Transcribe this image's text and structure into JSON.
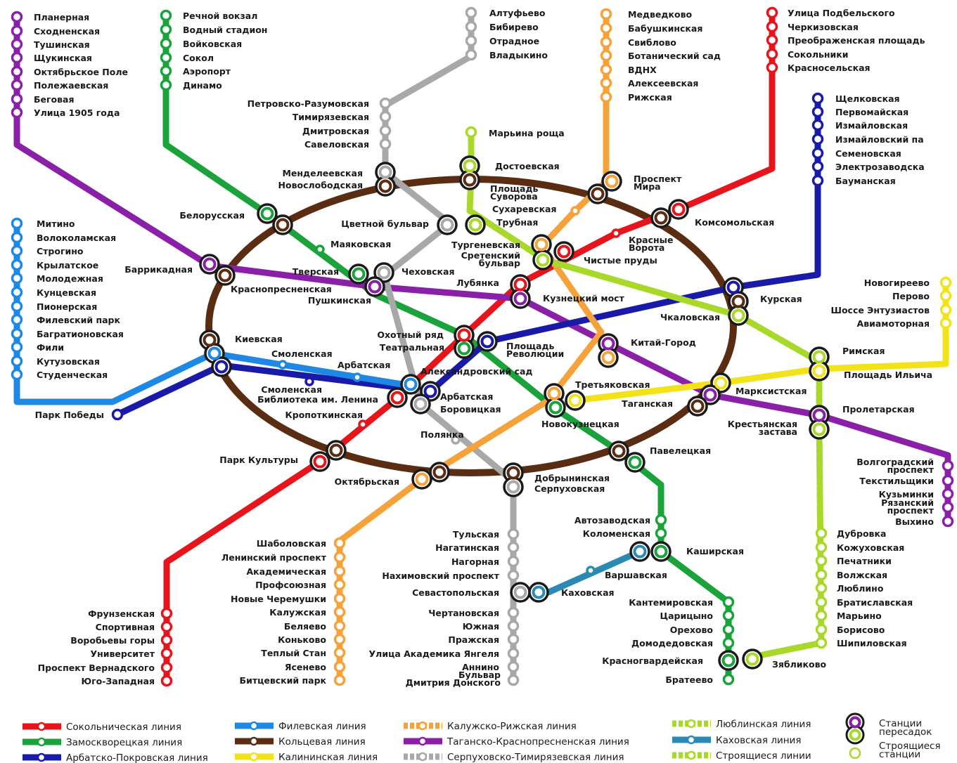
{
  "colors": {
    "sokolnicheskaya": "#e8141c",
    "zamoskvoretskaya": "#1aa33a",
    "arbatsko_pokrovskaya": "#1a1aa8",
    "filevskaya": "#1e88e5",
    "koltsevaya": "#5a2c12",
    "kaluzhsko_rizhskaya": "#f6a23a",
    "tagansko_krasnopresnenskaya": "#8a1fa8",
    "kalininskaya": "#f2e21a",
    "serpukhovsko_timiryazevskaya": "#a8a8a8",
    "lyublinskaya": "#a8d92a",
    "kakhovskaya": "#2a8ab4",
    "construction": "#a8d92a"
  },
  "stations": {
    "planernaya": "Планерная",
    "skhodnenskaya": "Сходненская",
    "tushinskaya": "Тушинская",
    "shchukinskaya": "Щукинская",
    "oktyabrskoe_pole": "Октябрьское Поле",
    "polezhaevskaya": "Полежаевская",
    "begovaya": "Беговая",
    "ulitsa_1905": "Улица 1905 года",
    "rechnoy_vokzal": "Речной вокзал",
    "vodny_stadion": "Водный стадион",
    "voykovskaya": "Войковская",
    "sokol": "Сокол",
    "aeroport": "Аэропорт",
    "dinamo": "Динамо",
    "altufyevo": "Алтуфьево",
    "bibirevo": "Бибирево",
    "otradnoe": "Отрадное",
    "vladykino": "Владыкино",
    "petrovsko_razumovskaya": "Петровско-Разумовская",
    "timiryazevskaya": "Тимирязевская",
    "dmitrovskaya": "Дмитровская",
    "savelovskaya": "Савеловская",
    "medvedkovo": "Медведково",
    "babushkinskaya": "Бабушкинская",
    "sviblovo": "Свиблово",
    "botanichesky_sad": "Ботанический сад",
    "vdnkh": "ВДНХ",
    "alekseevskaya": "Алексеевская",
    "rizhskaya": "Рижская",
    "ulitsa_podbelskogo": "Улица Подбельского",
    "cherkizovskaya": "Черкизовская",
    "preobrazhenskaya": "Преображенская площадь",
    "sokolniki": "Сокольники",
    "krasnoselskaya": "Красносельская",
    "shchelkovskaya": "Щелковская",
    "pervomayskaya": "Первомайская",
    "izmaylovskaya": "Измайловская",
    "izmaylovsky_park": "Измайловский па",
    "semenovskaya": "Семеновская",
    "elektrozavodskaya": "Электрозаводска",
    "baumanskaya": "Бауманская",
    "maryina_roshcha": "Марьина роща",
    "dostoevskaya": "Достоевская",
    "mendeleevskaya": "Менделеевская",
    "novoslobodskaya": "Новослободская",
    "ploshchad_suvorova": "Площадь Суворова",
    "prospekt_mira": "Проспект Мира",
    "sukharevskaya": "Сухаревская",
    "trubnaya": "Трубная",
    "tsvetnoy_bulvar": "Цветной бульвар",
    "belorusskaya": "Белорусская",
    "komsomolskaya": "Комсомольская",
    "krasnye_vorota": "Красные Ворота",
    "chistye_prudy": "Чистые пруды",
    "turgenevskaya": "Тургеневская",
    "sretensky_bulvar": "Сретенский бульвар",
    "mayakovskaya": "Маяковская",
    "barrikadnaya": "Баррикадная",
    "krasnopresnenskaya": "Краснопресненская",
    "tverskaya": "Тверская",
    "chekhovskaya": "Чеховская",
    "pushkinskaya": "Пушкинская",
    "lubyanka": "Лубянка",
    "kuznetsky_most": "Кузнецкий мост",
    "kurskaya": "Курская",
    "chkalovskaya": "Чкаловская",
    "novogireevo": "Новогиреево",
    "perovo": "Перово",
    "shosse_entuziastov": "Шоссе Энтузиастов",
    "aviamotornaya": "Авиамоторная",
    "rimskaya": "Римская",
    "ploshchad_ilyicha": "Площадь Ильича",
    "kievskaya": "Киевская",
    "okhotny_ryad": "Охотный ряд",
    "teatralnaya": "Театральная",
    "ploshchad_revolyutsii": "Площадь Революции",
    "kitay_gorod": "Китай-Город",
    "smolenskaya_1": "Смоленская",
    "arbatskaya_1": "Арбатская",
    "aleksandrovsky_sad": "Александровский сад",
    "smolenskaya_2": "Смоленская",
    "biblioteka": "Библиотека им. Ленина",
    "arbatskaya_2": "Арбатская",
    "borovitskaya": "Боровицкая",
    "tretyakovskaya": "Третьяковская",
    "marksistskaya": "Марксистская",
    "taganskaya": "Таганская",
    "novokuznetskaya": "Новокузнецкая",
    "proletarskaya": "Пролетарская",
    "krestyanskaya_zastava": "Крестьянская застава",
    "park_pobedy": "Парк Победы",
    "kropotkinskaya": "Кропоткинская",
    "polyanka": "Полянка",
    "park_kultury": "Парк Культуры",
    "oktyabrskaya": "Октябрьская",
    "dobryninskaya": "Добрынинская",
    "serpukhovskaya": "Серпуховская",
    "paveletskaya": "Павелецкая",
    "mitino": "Митино",
    "volokolamskaya": "Волоколамская",
    "strogino": "Строгино",
    "krylatskoe": "Крылатское",
    "molodezhnaya": "Молодежная",
    "kuntsevskaya": "Кунцевская",
    "pionerskaya": "Пионерская",
    "filevsky_park": "Филевский парк",
    "bagrationovskaya": "Багратионовская",
    "fili": "Фили",
    "kutuzovskaya": "Кутузовская",
    "studencheskaya": "Студенческая",
    "volgogradsky": "Волгоградский проспект",
    "tekstilshchiki": "Текстильщики",
    "kuzminki": "Кузьминки",
    "ryazansky": "Рязанский проспект",
    "vykhino": "Выхино",
    "avtozavodskaya": "Автозаводская",
    "kolomenskaya": "Коломенская",
    "kashirskaya": "Каширская",
    "varshavskaya": "Варшавская",
    "kakhovskaya": "Каховская",
    "sevastopolskaya": "Севастопольская",
    "tulskaya": "Тульская",
    "nagatinskaya": "Нагатинская",
    "nagornaya": "Нагорная",
    "nakhimovsky": "Нахимовский проспект",
    "chertanovskaya": "Чертановская",
    "yuzhnaya": "Южная",
    "prazhskaya": "Пражская",
    "ulitsa_yangelya": "Улица Академика Янгеля",
    "annino": "Аннино",
    "bulvar_donskogo": "Бульвар Дмитрия Донского",
    "shabolovskaya": "Шаболовская",
    "leninsky": "Ленинский проспект",
    "akademicheskaya": "Академическая",
    "profsoyuznaya": "Профсоюзная",
    "novye_cheremushki": "Новые Черемушки",
    "kaluzhskaya": "Калужская",
    "belyaevo": "Беляево",
    "konkovo": "Коньково",
    "tyoply_stan": "Теплый Стан",
    "yasenevo": "Ясенево",
    "bittsevsky_park": "Битцевский парк",
    "frunzenskaya": "Фрунзенская",
    "sportivnaya": "Спортивная",
    "vorobyovy_gory": "Воробьевы горы",
    "universitet": "Университет",
    "prospekt_vernadskogo": "Проспект Вернадского",
    "yugo_zapadnaya": "Юго-Западная",
    "kantemirovskaya": "Кантемировская",
    "tsaritsyno": "Царицыно",
    "orekhovo": "Орехово",
    "domodedovskaya": "Домодедовская",
    "krasnogvardeyskaya": "Красногвардейская",
    "bratevo": "Братеево",
    "zyablikovo": "Зябликово",
    "dubrovka": "Дубровка",
    "kozhukhovskaya": "Кожуховская",
    "pechatniki": "Печатники",
    "volzhskaya": "Волжская",
    "lyublino": "Люблино",
    "bratislavskaya": "Братиславская",
    "maryino": "Марьино",
    "borisovo": "Борисово",
    "shipilovskaya": "Шипиловская"
  },
  "legend": {
    "sokolnicheskaya": "Сокольническая линия",
    "zamoskvoretskaya": "Замоскворецкая линия",
    "arbatsko_pokrovskaya": "Арбатско-Покровская линия",
    "filevskaya": "Филевская линия",
    "koltsevaya": "Кольцевая линия",
    "kalininskaya": "Калининская линия",
    "kaluzhsko_rizhskaya": "Калужско-Рижская линия",
    "tagansko": "Таганско-Краснопресненская линия",
    "serpukhovsko": "Серпуховско-Тимирязевская линия",
    "lyublinskaya": "Люблинская линия",
    "kakhovskaya": "Каховская линия",
    "construction": "Строящиеся линии",
    "transfer": "Станции пересадок",
    "building": "Строящиеся станции"
  }
}
